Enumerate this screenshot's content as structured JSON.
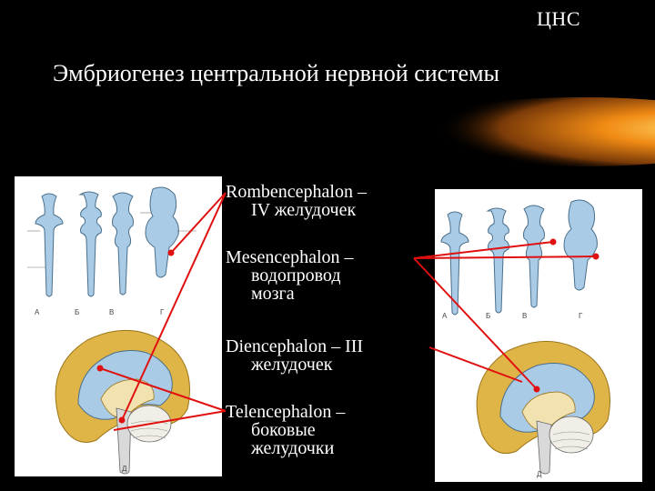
{
  "header": {
    "corner_label": "ЦНС"
  },
  "slide": {
    "title": "Эмбриогенез центральной нервной системы"
  },
  "terms": [
    {
      "head": "Rombencephalon –",
      "sub": [
        "IV желудочек"
      ]
    },
    {
      "head": "Mesencephalon –",
      "sub": [
        "водопровод",
        "мозга"
      ]
    },
    {
      "head": "Diencephalon – III",
      "sub": [
        "желудочек"
      ]
    },
    {
      "head": "Telencephalon –",
      "sub": [
        "боковые",
        "желудочки"
      ]
    }
  ],
  "figure_labels": {
    "a": "А",
    "b": "Б",
    "v": "В",
    "g": "Г",
    "d": "Д"
  },
  "colors": {
    "background": "#000000",
    "accent_line": "#e01010",
    "glow": "#f08a14",
    "ventricle": "#a9cbe6",
    "cortex": "#e0b548"
  }
}
